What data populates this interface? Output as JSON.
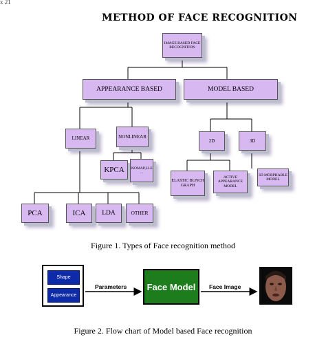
{
  "corner_text": "x 21",
  "figure1": {
    "title": "METHOD OF FACE RECOGNITION",
    "root": "IMAGE BASED FACE RECOGNITION",
    "appearance_based": "APPEARANCE BASED",
    "model_based": "MODEL BASED",
    "linear": "LINEAR",
    "nonlinear": "NONLINEAR",
    "kpca": "KPCA",
    "isomap_lle": "ISOMAP,LLE ...",
    "pca": "PCA",
    "ica": "ICA",
    "lda": "LDA",
    "other": "OTHER",
    "two_d": "2D",
    "three_d": "3D",
    "elastic_bunch_graph": "ELASTIC BUNCH GRAPH",
    "active_appearance_model": "ACTIVE APPEARANCE MODEL",
    "morphable_3d_model": "3D MORPHABLE MODEL",
    "caption": "Figure 1. Types of Face recognition method"
  },
  "figure2": {
    "shape": "Shape",
    "appearance": "Appearance",
    "parameters": "Parameters",
    "face_model": "Face Model",
    "face_image": "Face Image",
    "caption": "Figure 2. Flow chart of Model based Face recognition"
  },
  "colors": {
    "box_fill": "#d8b8f0",
    "blue_button": "#0d2aa8",
    "face_model_green": "#1d7d1d"
  }
}
